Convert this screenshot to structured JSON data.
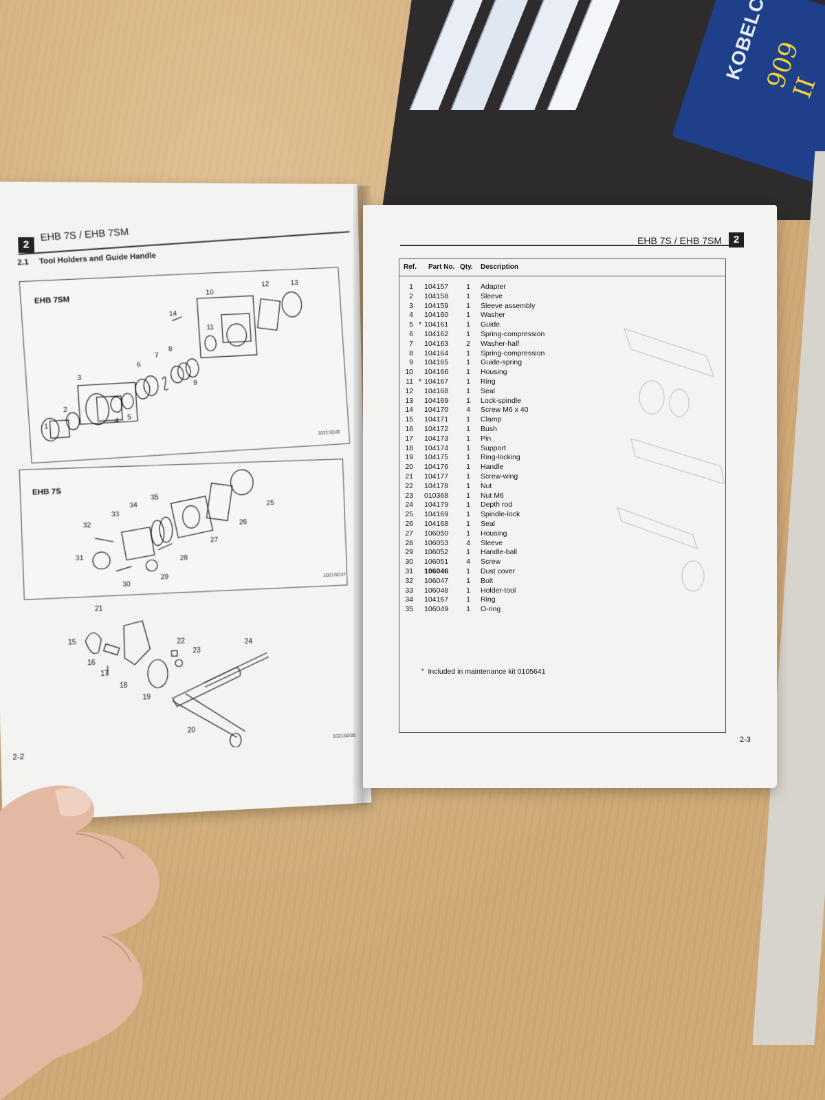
{
  "left_page": {
    "header_number": "2",
    "header_title": "EHB 7S / EHB 7SM",
    "section_number": "2.1",
    "section_title": "Tool Holders and Guide Handle",
    "box1_label": "EHB 7SM",
    "box1_code": "1021SD35",
    "box2_label": "EHB 7S",
    "box2_code": "1021SD37",
    "box3_code": "1021SD36",
    "page_number": "2-2",
    "callouts_box1": [
      "1",
      "2",
      "3",
      "4",
      "5",
      "6",
      "7",
      "8",
      "9",
      "10",
      "11",
      "12",
      "13",
      "14"
    ],
    "callouts_box2": [
      "25",
      "26",
      "27",
      "28",
      "29",
      "30",
      "31",
      "32",
      "33",
      "34",
      "35"
    ],
    "callouts_box3": [
      "15",
      "16",
      "17",
      "18",
      "19",
      "20",
      "21",
      "22",
      "23",
      "24"
    ]
  },
  "right_page": {
    "header_title": "EHB 7S / EHB 7SM",
    "header_number": "2",
    "columns": {
      "ref": "Ref.",
      "part": "Part No.",
      "qty": "Qty.",
      "desc": "Description"
    },
    "rows": [
      {
        "ref": "1",
        "star": "",
        "part": "104157",
        "qty": "1",
        "desc": "Adapter"
      },
      {
        "ref": "2",
        "star": "",
        "part": "104158",
        "qty": "1",
        "desc": "Sleeve"
      },
      {
        "ref": "3",
        "star": "",
        "part": "104159",
        "qty": "1",
        "desc": "Sleeve assembly"
      },
      {
        "ref": "4",
        "star": "",
        "part": "104160",
        "qty": "1",
        "desc": "Washer"
      },
      {
        "ref": "5",
        "star": "*",
        "part": "104161",
        "qty": "1",
        "desc": "Guide"
      },
      {
        "ref": "6",
        "star": "",
        "part": "104162",
        "qty": "1",
        "desc": "Spring-compression"
      },
      {
        "ref": "7",
        "star": "",
        "part": "104163",
        "qty": "2",
        "desc": "Washer-half"
      },
      {
        "ref": "8",
        "star": "",
        "part": "104164",
        "qty": "1",
        "desc": "Spring-compression"
      },
      {
        "ref": "9",
        "star": "",
        "part": "104165",
        "qty": "1",
        "desc": "Guide-spring"
      },
      {
        "ref": "10",
        "star": "",
        "part": "104166",
        "qty": "1",
        "desc": "Housing"
      },
      {
        "ref": "11",
        "star": "*",
        "part": "104167",
        "qty": "1",
        "desc": "Ring"
      },
      {
        "ref": "12",
        "star": "",
        "part": "104168",
        "qty": "1",
        "desc": "Seal"
      },
      {
        "ref": "13",
        "star": "",
        "part": "104169",
        "qty": "1",
        "desc": "Lock-spindle"
      },
      {
        "ref": "14",
        "star": "",
        "part": "104170",
        "qty": "4",
        "desc": "Screw M6 x 40"
      },
      {
        "ref": "15",
        "star": "",
        "part": "104171",
        "qty": "1",
        "desc": "Clamp"
      },
      {
        "ref": "16",
        "star": "",
        "part": "104172",
        "qty": "1",
        "desc": "Bush"
      },
      {
        "ref": "17",
        "star": "",
        "part": "104173",
        "qty": "1",
        "desc": "Pin"
      },
      {
        "ref": "18",
        "star": "",
        "part": "104174",
        "qty": "1",
        "desc": "Support"
      },
      {
        "ref": "19",
        "star": "",
        "part": "104175",
        "qty": "1",
        "desc": "Ring-locking"
      },
      {
        "ref": "20",
        "star": "",
        "part": "104176",
        "qty": "1",
        "desc": "Handle"
      },
      {
        "ref": "21",
        "star": "",
        "part": "104177",
        "qty": "1",
        "desc": "Screw-wing"
      },
      {
        "ref": "22",
        "star": "",
        "part": "104178",
        "qty": "1",
        "desc": "Nut"
      },
      {
        "ref": "23",
        "star": "",
        "part": "010368",
        "qty": "1",
        "desc": "Nut M6"
      },
      {
        "ref": "24",
        "star": "",
        "part": "104179",
        "qty": "1",
        "desc": "Depth rod"
      },
      {
        "ref": "25",
        "star": "",
        "part": "104169",
        "qty": "1",
        "desc": "Spindle-lock"
      },
      {
        "ref": "26",
        "star": "",
        "part": "104168",
        "qty": "1",
        "desc": "Seal"
      },
      {
        "ref": "27",
        "star": "",
        "part": "106050",
        "qty": "1",
        "desc": "Housing"
      },
      {
        "ref": "28",
        "star": "",
        "part": "106053",
        "qty": "4",
        "desc": "Sleeve"
      },
      {
        "ref": "29",
        "star": "",
        "part": "106052",
        "qty": "1",
        "desc": "Handle-ball"
      },
      {
        "ref": "30",
        "star": "",
        "part": "106051",
        "qty": "4",
        "desc": "Screw"
      },
      {
        "ref": "31",
        "star": "",
        "part": "106046",
        "qty": "1",
        "desc": "Dust cover",
        "bold": true
      },
      {
        "ref": "32",
        "star": "",
        "part": "106047",
        "qty": "1",
        "desc": "Bolt"
      },
      {
        "ref": "33",
        "star": "",
        "part": "106048",
        "qty": "1",
        "desc": "Holder-tool"
      },
      {
        "ref": "34",
        "star": "",
        "part": "104167",
        "qty": "1",
        "desc": "Ring"
      },
      {
        "ref": "35",
        "star": "",
        "part": "106049",
        "qty": "1",
        "desc": "O-ring"
      }
    ],
    "footnote_mark": "*",
    "footnote": "Included in maintenance kit 0105641",
    "page_number": "2-3"
  },
  "binder": {
    "brand": "KOBELCO",
    "handwriting": "909 II"
  },
  "colors": {
    "table": "#cfa977",
    "paper": "#f3f3f1",
    "binder": "#1e3f8a",
    "header_block": "#222222"
  }
}
